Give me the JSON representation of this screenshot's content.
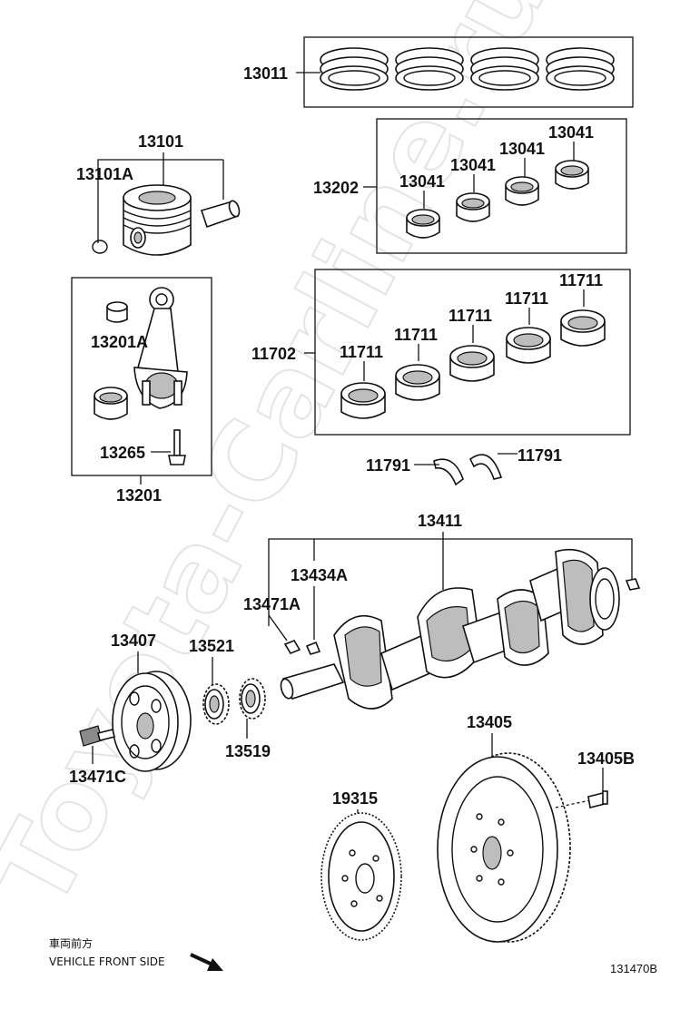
{
  "watermark": "Toyota-Carline.ru",
  "callouts": {
    "c13011": "13011",
    "c13101": "13101",
    "c13101A": "13101A",
    "c13202": "13202",
    "c13041a": "13041",
    "c13041b": "13041",
    "c13041c": "13041",
    "c13041d": "13041",
    "c13201A": "13201A",
    "c13265": "13265",
    "c13201": "13201",
    "c11702": "11702",
    "c11711a": "11711",
    "c11711b": "11711",
    "c11711c": "11711",
    "c11711d": "11711",
    "c11711e": "11711",
    "c11791a": "11791",
    "c11791b": "11791",
    "c13411": "13411",
    "c13434A": "13434A",
    "c13471A": "13471A",
    "c13407": "13407",
    "c13521": "13521",
    "c13519": "13519",
    "c13471C": "13471C",
    "c13405": "13405",
    "c13405B": "13405B",
    "c19315": "19315"
  },
  "footer": {
    "front_jp": "車両前方",
    "front_en": "VEHICLE FRONT SIDE",
    "diagram_number": "131470B"
  },
  "icons": {
    "front_arrow": "arrow-down-right-icon"
  }
}
